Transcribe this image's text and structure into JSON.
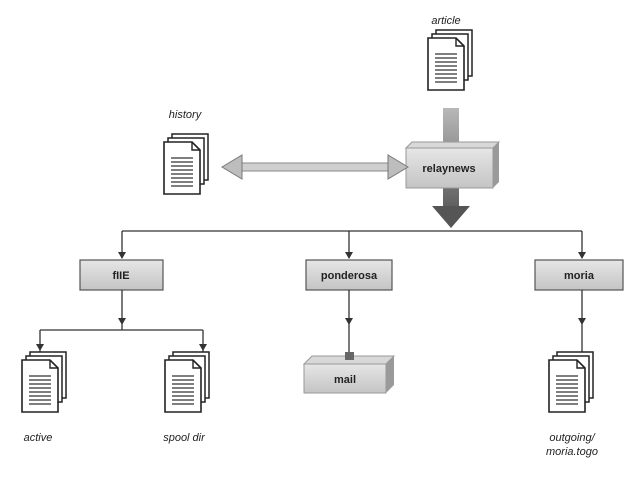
{
  "nodes": {
    "article": "article",
    "history": "history",
    "relaynews": "relaynews",
    "fie": "fIIE",
    "ponderosa": "ponderosa",
    "moria": "moria",
    "active": "active",
    "spool_dir": "spool dir",
    "mail": "mail",
    "outgoing_line1": "outgoing/",
    "outgoing_line2": "moria.togo"
  }
}
